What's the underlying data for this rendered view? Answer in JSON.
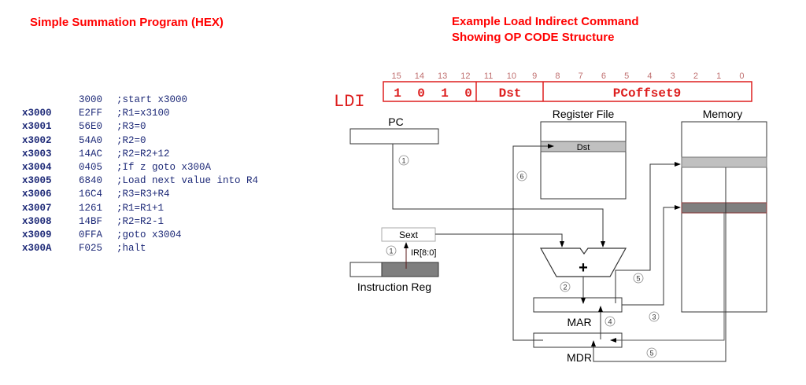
{
  "left_panel": {
    "title": "Simple Summation Program (HEX)",
    "program": [
      {
        "addr": "",
        "hex": "3000",
        "comment": ";start x3000"
      },
      {
        "addr": "x3000",
        "hex": "E2FF",
        "comment": ";R1=x3100"
      },
      {
        "addr": "x3001",
        "hex": "56E0",
        "comment": ";R3=0"
      },
      {
        "addr": "x3002",
        "hex": "54A0",
        "comment": ";R2=0"
      },
      {
        "addr": "x3003",
        "hex": "14AC",
        "comment": ";R2=R2+12"
      },
      {
        "addr": "x3004",
        "hex": "0405",
        "comment": ";If z goto x300A"
      },
      {
        "addr": "x3005",
        "hex": "6840",
        "comment": ";Load next value into R4"
      },
      {
        "addr": "x3006",
        "hex": "16C4",
        "comment": ";R3=R3+R4"
      },
      {
        "addr": "x3007",
        "hex": "1261",
        "comment": ";R1=R1+1"
      },
      {
        "addr": "x3008",
        "hex": "14BF",
        "comment": ";R2=R2-1"
      },
      {
        "addr": "x3009",
        "hex": "0FFA",
        "comment": ";goto x3004"
      },
      {
        "addr": "x300A",
        "hex": "F025",
        "comment": ";halt"
      }
    ]
  },
  "right_panel": {
    "title_line1": "Example Load Indirect Command",
    "title_line2": "Showing OP CODE Structure",
    "opcode": {
      "mnemonic": "LDI",
      "bit_numbers": [
        "15",
        "14",
        "13",
        "12",
        "11",
        "10",
        "9",
        "8",
        "7",
        "6",
        "5",
        "4",
        "3",
        "2",
        "1",
        "0"
      ],
      "opcode_bits": [
        "1",
        "0",
        "1",
        "0"
      ],
      "dst_field": "Dst",
      "offset_field": "PCoffset9"
    },
    "diagram": {
      "pc_label": "PC",
      "register_file_label": "Register File",
      "dst_row_label": "Dst",
      "memory_label": "Memory",
      "sext_label": "Sext",
      "ir_bits_label": "IR[8:0]",
      "instruction_reg_label": "Instruction Reg",
      "adder_symbol": "+",
      "mar_label": "MAR",
      "mdr_label": "MDR",
      "steps": {
        "pc_step": "1",
        "ir_step": "1",
        "adder_step": "2",
        "mar_to_mem_step": "3",
        "mdr_to_mar_step": "4",
        "mem_read_step": "5",
        "mar_step": "5",
        "mdr_to_reg_step": "6"
      }
    },
    "colors": {
      "accent_red": "#ff0000",
      "opcode_red": "#dd1f1f",
      "bitnum_color": "#c07070",
      "code_blue": "#1e2a78",
      "light_gray": "#c0c0c0",
      "dark_gray": "#7f7f7f"
    }
  }
}
